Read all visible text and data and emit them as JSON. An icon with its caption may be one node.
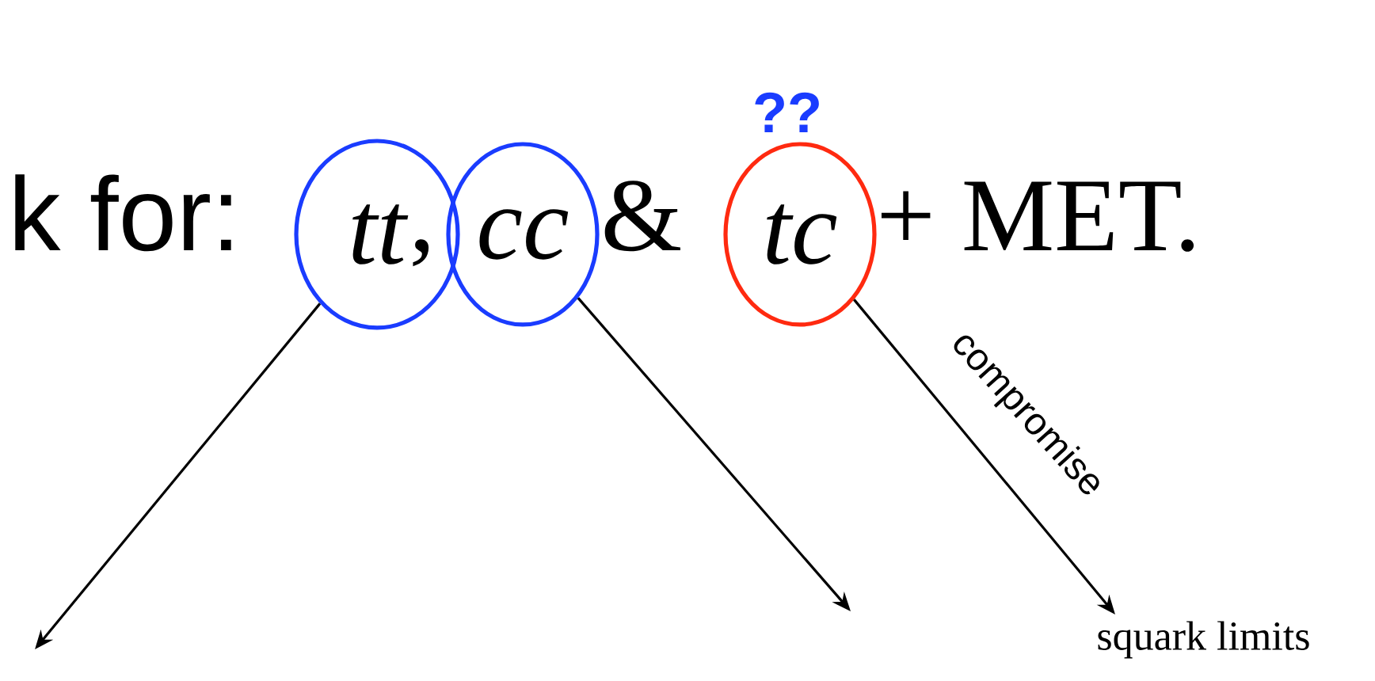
{
  "diagram": {
    "nodes": [
      {
        "text": [
          "tt"
        ]
      },
      {
        "text": [
          "cc"
        ]
      },
      {
        "text": [
          "tc"
        ],
        "beside": [
          "??"
        ]
      },
      {
        "text": [
          "squark limits"
        ]
      }
    ],
    "edges": [
      {
        "from": 0,
        "to": null,
        "arrow": "to"
      },
      {
        "from": 1,
        "to": null,
        "arrow": "to"
      },
      {
        "from": 2,
        "to": 3,
        "arrow": "to",
        "label": "compromise"
      }
    ],
    "labels": [
      "k for:",
      ",",
      "&",
      "+ MET."
    ]
  }
}
